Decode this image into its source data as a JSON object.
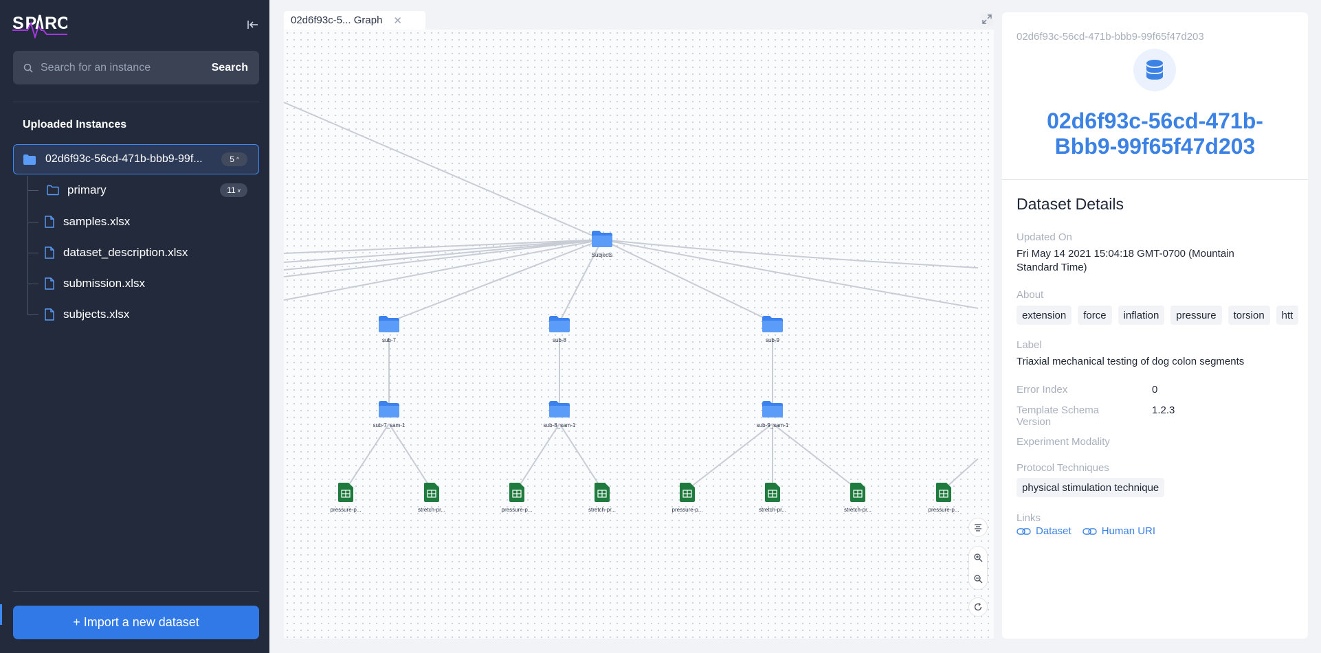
{
  "app": {
    "logo_text": "SPARC",
    "brand_color": "#3d8af7"
  },
  "sidebar": {
    "search": {
      "placeholder": "Search for an instance",
      "button_label": "Search"
    },
    "section_title": "Uploaded Instances",
    "instance": {
      "label": "02d6f93c-56cd-471b-bbb9-99f...",
      "count": "5"
    },
    "tree": [
      {
        "label": "primary",
        "type": "folder",
        "count": "11"
      },
      {
        "label": "samples.xlsx",
        "type": "file"
      },
      {
        "label": "dataset_description.xlsx",
        "type": "file"
      },
      {
        "label": "submission.xlsx",
        "type": "file"
      },
      {
        "label": "subjects.xlsx",
        "type": "file"
      }
    ],
    "import_button": "+ Import a new dataset"
  },
  "graph": {
    "tab_label": "02d6f93c-5... Graph",
    "nodes": {
      "subjects": "Subjects",
      "sub7": "sub-7",
      "sub8": "sub-8",
      "sub9": "sub-9",
      "sam7": "sub-7_sam-1",
      "sam8": "sub-8_sam-1",
      "sam9": "sub-9_sam-1",
      "files": [
        "pressure-p...",
        "stretch-pr...",
        "pressure-p...",
        "stretch-pr...",
        "pressure-p...",
        "stretch-pr...",
        "stretch-pr...",
        "pressure-p..."
      ]
    }
  },
  "details": {
    "id_header": "02d6f93c-56cd-471b-bbb9-99f65f47d203",
    "title_line1": "02d6f93c-56cd-471b-",
    "title_line2": "Bbb9-99f65f47d203",
    "section": "Dataset Details",
    "updated_label": "Updated On",
    "updated_line1": "Fri May 14 2021 15:04:18 GMT-0700 (Mountain",
    "updated_line2": "Standard Time)",
    "about_label": "About",
    "about_tags": [
      "extension",
      "force",
      "inflation",
      "pressure",
      "torsion",
      "htt"
    ],
    "label_label": "Label",
    "label_value": "Triaxial mechanical testing of dog colon segments",
    "error_index_label": "Error Index",
    "error_index_value": "0",
    "template_label_1": "Template Schema",
    "template_label_2": "Version",
    "template_value": "1.2.3",
    "modality_label": "Experiment Modality",
    "protocol_label": "Protocol Techniques",
    "protocol_tags": [
      "physical stimulation technique"
    ],
    "links_label": "Links",
    "links": [
      "Dataset",
      "Human URI"
    ]
  }
}
